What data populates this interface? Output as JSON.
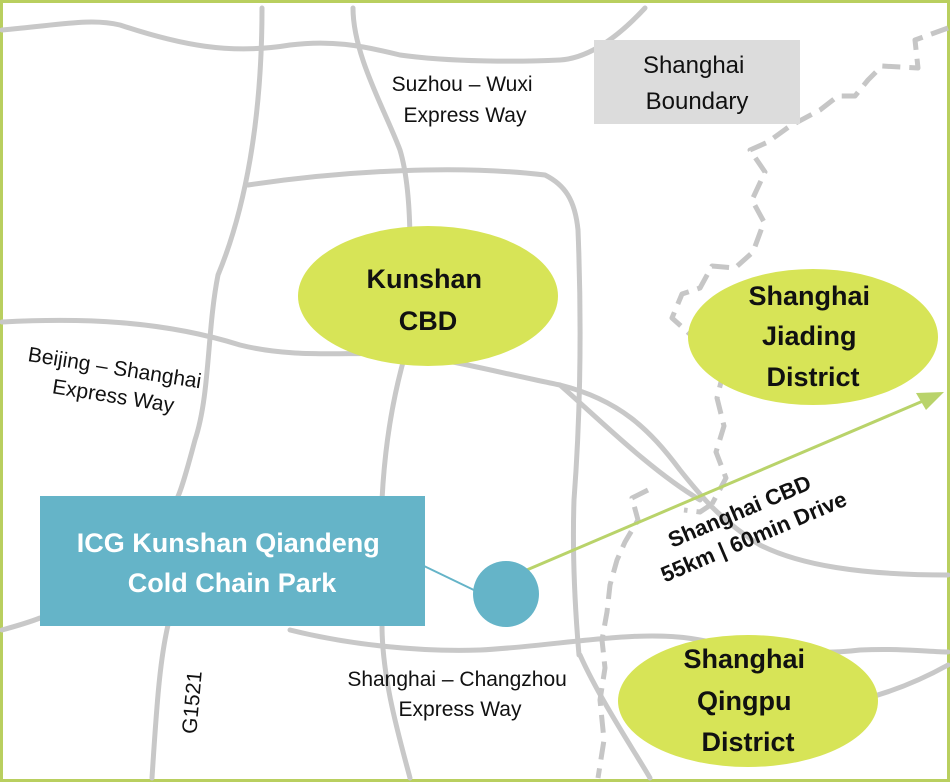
{
  "colors": {
    "border": "#b9cf5f",
    "road": "#c8c8c8",
    "district_fill": "#d7e457",
    "park_fill": "#65b4c8",
    "park_text": "#ffffff",
    "boundary_box": "#dcdcdc",
    "arrow": "#b9d36a"
  },
  "icons": {
    "site_marker": "circle-marker",
    "route": "arrow"
  },
  "boundary_label": {
    "line1": "Shanghai",
    "line2": "Boundary"
  },
  "roads": {
    "suzhou_wuxi": {
      "line1": "Suzhou – Wuxi",
      "line2": "Express Way"
    },
    "beijing_shanghai": {
      "line1": "Beijing – Shanghai",
      "line2": "Express Way"
    },
    "shanghai_changzhou": {
      "line1": "Shanghai – Changzhou",
      "line2": "Express Way"
    },
    "g1521": "G1521"
  },
  "areas": {
    "kunshan": {
      "line1": "Kunshan",
      "line2": "CBD"
    },
    "jiading": {
      "line1": "Shanghai",
      "line2": "Jiading",
      "line3": "District"
    },
    "qingpu": {
      "line1": "Shanghai",
      "line2": "Qingpu",
      "line3": "District"
    }
  },
  "park": {
    "line1": "ICG Kunshan Qiandeng",
    "line2": "Cold Chain Park"
  },
  "route": {
    "line1": "Shanghai CBD",
    "line2": "55km | 60min Drive"
  }
}
